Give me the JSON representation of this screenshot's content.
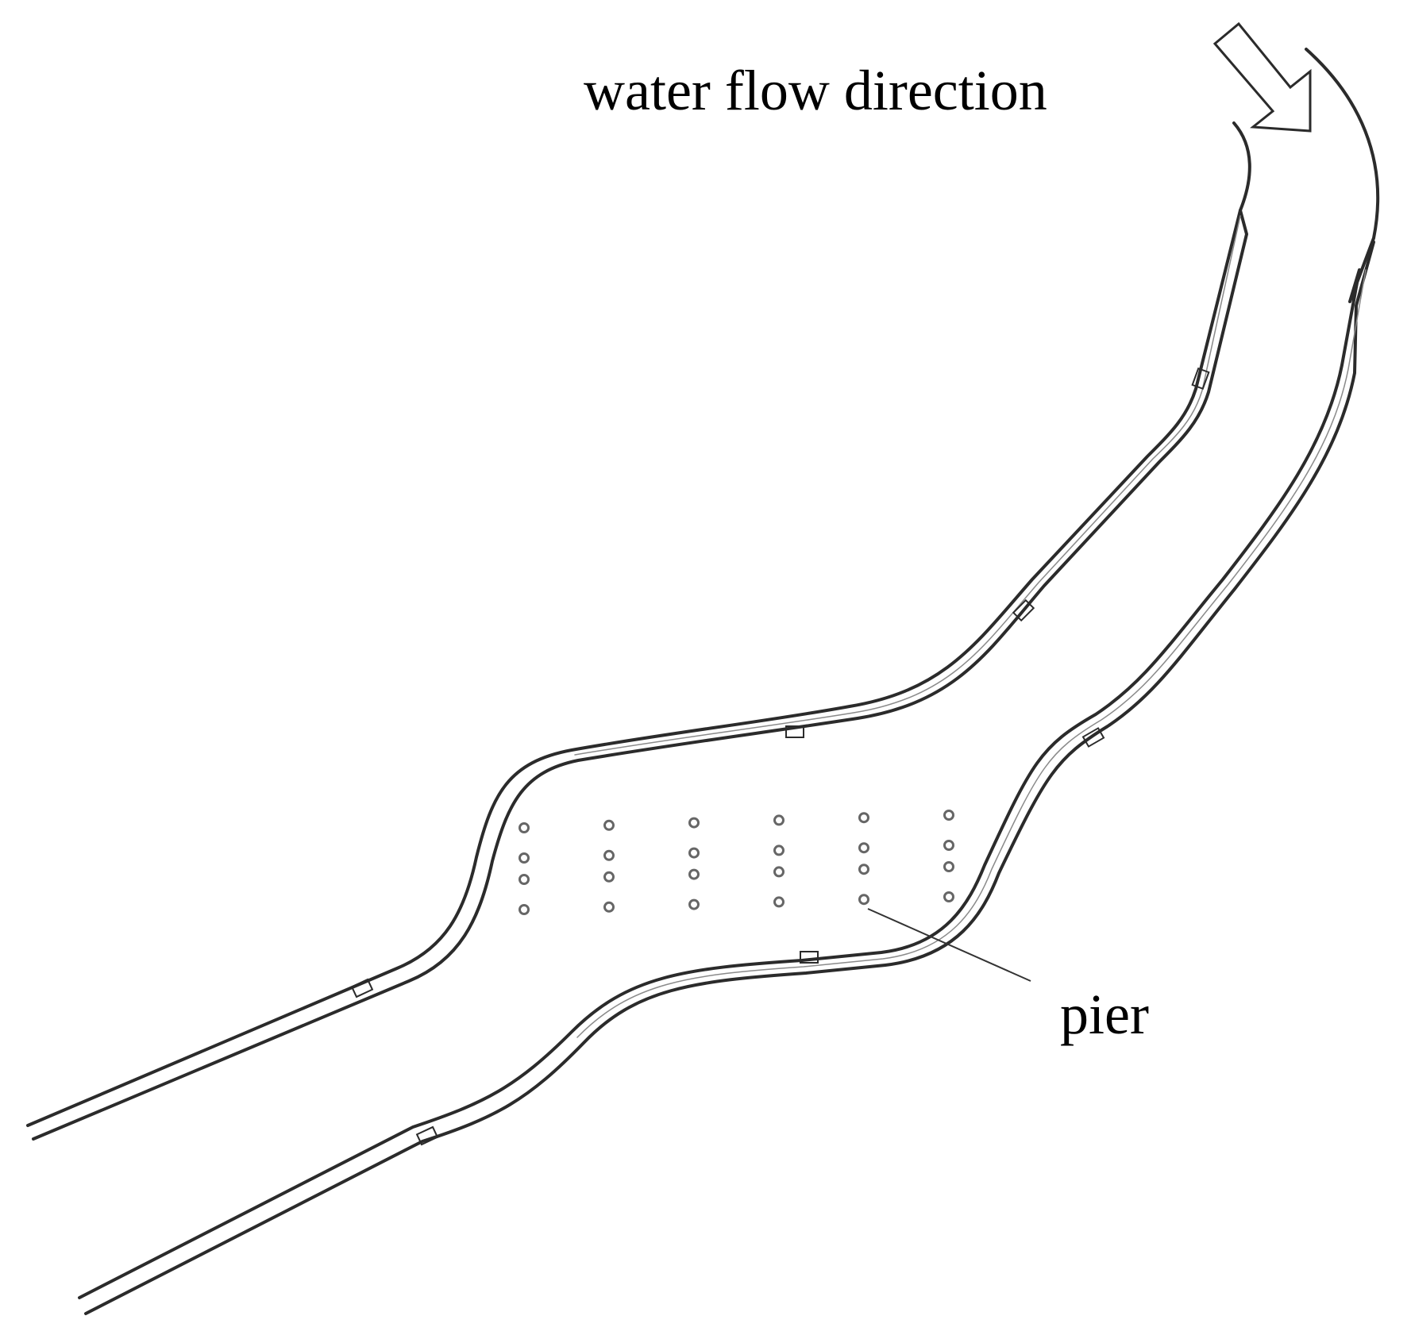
{
  "labels": {
    "flow_direction": "water flow direction",
    "pier": "pier"
  },
  "colors": {
    "background": "#ffffff",
    "bank_line": "#2b2b2b",
    "pier": "#666666",
    "leader": "#333333",
    "text": "#000000"
  },
  "icons": {
    "flow_arrow": "hollow-arrow-down-right"
  },
  "pier_grid": {
    "columns": 6,
    "rows": 4
  }
}
